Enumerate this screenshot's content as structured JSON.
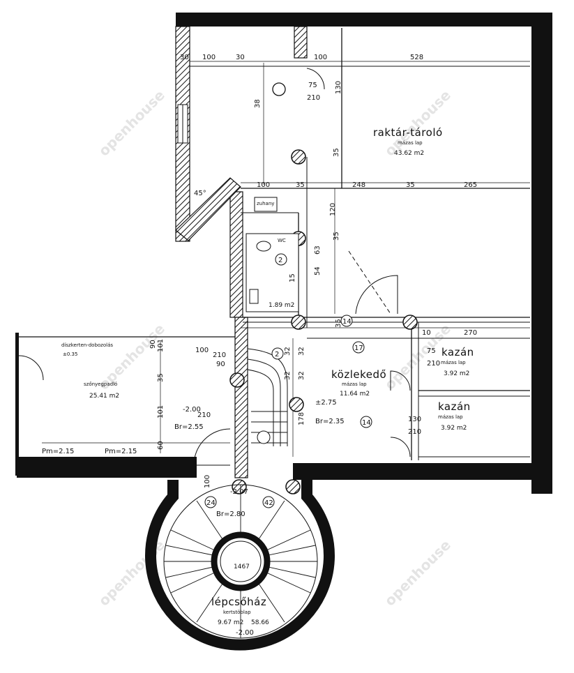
{
  "rooms": {
    "storage": {
      "name": "raktár-tároló",
      "floor": "mázas lap",
      "area": "43.62 m2"
    },
    "corridor": {
      "name": "közlekedő",
      "floor": "mázas lap",
      "area": "11.64 m2"
    },
    "boiler1": {
      "name": "kazán",
      "floor": "mázas lap",
      "area": "3.92 m2"
    },
    "boiler2": {
      "name": "kazán",
      "floor": "mázas lap",
      "area": "3.92 m2"
    },
    "wc": {
      "name": "WC",
      "area": "1.89 m2"
    },
    "shower": {
      "name": "zuhany"
    },
    "left_room": {
      "name": "díszkerten-dobozolás",
      "level": "±0.35",
      "floor": "szőnyegpadló",
      "area": "25.41 m2"
    },
    "staircase": {
      "name": "lépcsőház",
      "floor": "kertstöblap",
      "area": "9.67 m2",
      "extra": "58.66"
    }
  },
  "levels": {
    "stair_center": "1467",
    "corridor": "±2.75",
    "left": "-2.00",
    "stair_top": "-2.07",
    "stair_bottom": "-2.00",
    "br_left": "Br=2.55",
    "br_corridor": "Br=2.35",
    "br_stair": "Br=2.80",
    "pm_1": "Pm=2.15",
    "pm_2": "Pm=2.15"
  },
  "dimensions": {
    "top_row": [
      "30",
      "100",
      "30",
      "100",
      "528"
    ],
    "mid_row": [
      "100",
      "35",
      "248",
      "35",
      "265"
    ],
    "right_row": [
      "10",
      "270"
    ],
    "vertical": [
      "38",
      "35",
      "35",
      "130",
      "15",
      "63",
      "54",
      "101",
      "35",
      "101",
      "100",
      "60",
      "90",
      "32",
      "32",
      "32",
      "32",
      "178",
      "120",
      "35"
    ],
    "doors": [
      "75",
      "210",
      "75",
      "210",
      "90",
      "210",
      "100",
      "210",
      "130",
      "210"
    ],
    "angle": "45°",
    "circles": [
      "2",
      "2",
      "14",
      "17",
      "14",
      "14",
      "24",
      "42"
    ]
  },
  "watermark": "openhouse"
}
